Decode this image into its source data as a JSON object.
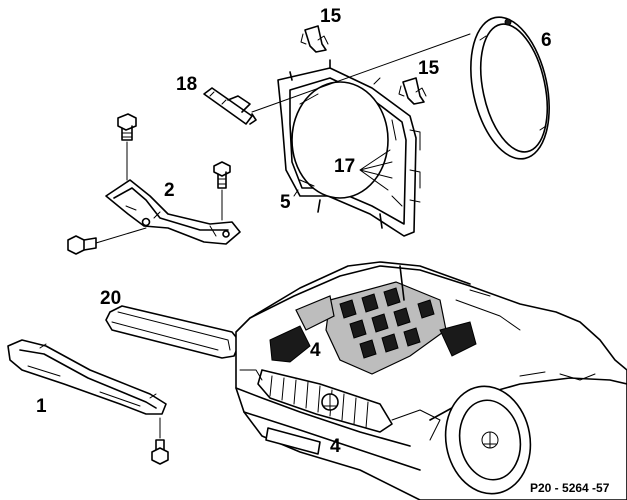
{
  "callouts": {
    "c15a": "15",
    "c6": "6",
    "c18": "18",
    "c15b": "15",
    "c2": "2",
    "c17": "17",
    "c5": "5",
    "c20": "20",
    "c4a": "4",
    "c1": "1",
    "c4b": "4"
  },
  "reference": "P20 - 5264 -57"
}
